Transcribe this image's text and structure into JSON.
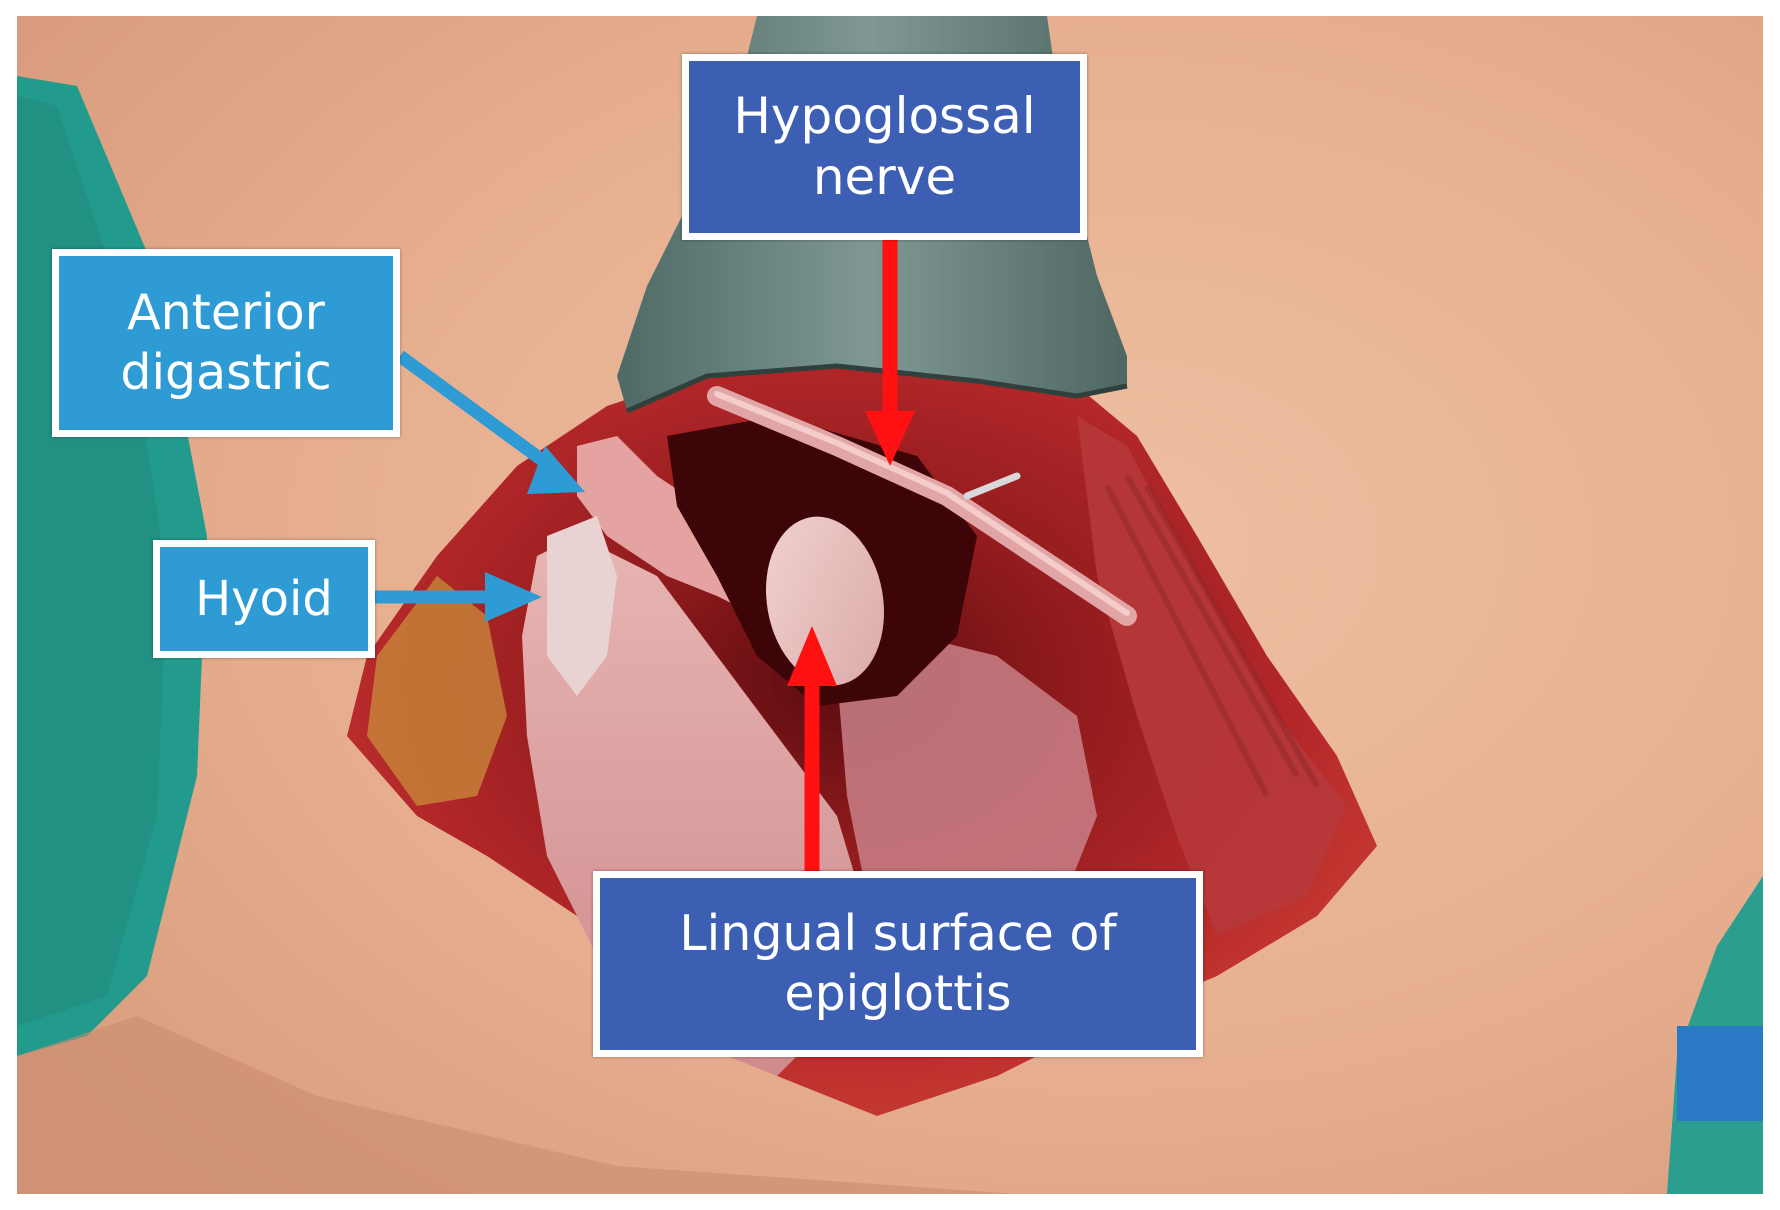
{
  "figure": {
    "description_icon": "surgical-photo-icon",
    "colors": {
      "label_light_blue": "#2f9bd4",
      "label_dark_blue": "#3c5fb4",
      "arrow_blue": "#2f9bd4",
      "arrow_red": "#ff1111",
      "label_border": "#ffffff"
    }
  },
  "labels": {
    "hypoglossal": "Hypoglossal\nnerve",
    "digastric": "Anterior\ndigastric",
    "hyoid": "Hyoid",
    "epiglottis": "Lingual surface of\nepiglottis"
  }
}
